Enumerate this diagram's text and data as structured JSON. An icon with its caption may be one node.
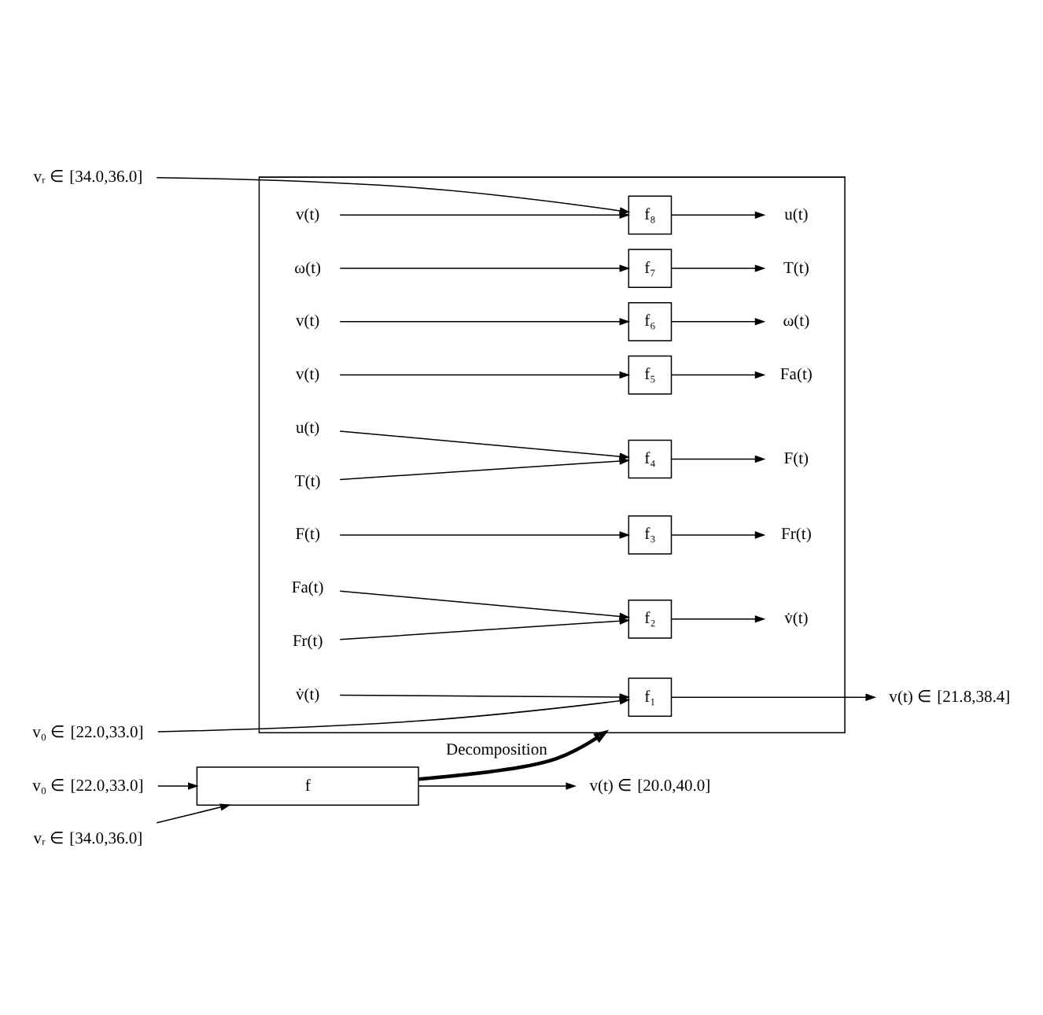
{
  "diagram": {
    "nodes": [
      {
        "text": [
          "vᵣ ∈ [34.0,36.0]"
        ]
      },
      {
        "text": [
          "v₀ ∈ [22.0,33.0]"
        ]
      },
      {
        "text": [
          "f"
        ]
      },
      {
        "text": [
          "v(t) ∈ [20.0,40.0]"
        ]
      },
      {
        "text": [],
        "shape": "box"
      },
      {
        "text": [
          "v₀ ∈ [22.0,33.0]"
        ]
      },
      {
        "text": [
          "v̇(t)"
        ],
        "in": 4
      },
      {
        "text": [
          "f₁"
        ],
        "in": 4
      },
      {
        "text": [
          "v(t) ∈ [21.8,38.4]"
        ]
      },
      {
        "text": [
          "Fr(t)"
        ],
        "in": 4
      },
      {
        "text": [
          "Fa(t)"
        ],
        "in": 4
      },
      {
        "text": [
          "f₂"
        ],
        "in": 4
      },
      {
        "text": [
          "v̇(t)"
        ],
        "in": 4
      },
      {
        "text": [
          "F(t)"
        ],
        "in": 4
      },
      {
        "text": [
          "f₃"
        ],
        "in": 4
      },
      {
        "text": [
          "Fr(t)"
        ],
        "in": 4
      },
      {
        "text": [
          "T(t)"
        ],
        "in": 4
      },
      {
        "text": [
          "u(t)"
        ],
        "in": 4
      },
      {
        "text": [
          "f₄"
        ],
        "in": 4
      },
      {
        "text": [
          "F(t)"
        ],
        "in": 4
      },
      {
        "text": [
          "v(t)"
        ],
        "in": 4
      },
      {
        "text": [
          "f₅"
        ],
        "in": 4
      },
      {
        "text": [
          "Fa(t)"
        ],
        "in": 4
      },
      {
        "text": [
          "v(t)"
        ],
        "in": 4
      },
      {
        "text": [
          "f₆"
        ],
        "in": 4
      },
      {
        "text": [
          "ω(t)"
        ],
        "in": 4
      },
      {
        "text": [
          "ω(t)"
        ],
        "in": 4
      },
      {
        "text": [
          "f₇"
        ],
        "in": 4
      },
      {
        "text": [
          "T(t)"
        ],
        "in": 4
      },
      {
        "text": [
          "vᵣ ∈ [34.0,36.0]"
        ]
      },
      {
        "text": [
          "v(t)"
        ],
        "in": 4
      },
      {
        "text": [
          "f₈"
        ],
        "in": 4
      },
      {
        "text": [
          "u(t)"
        ],
        "in": 4
      }
    ],
    "edges": [
      {
        "from": 0,
        "to": 2,
        "arrow": "to"
      },
      {
        "from": 1,
        "to": 2,
        "arrow": "to"
      },
      {
        "from": 2,
        "to": 3,
        "arrow": "to"
      },
      {
        "from": 2,
        "to": 4,
        "arrow": "to",
        "label": "Decomposition",
        "style": "thick"
      },
      {
        "from": 5,
        "to": 7,
        "arrow": "to"
      },
      {
        "from": 6,
        "to": 7,
        "arrow": "to"
      },
      {
        "from": 7,
        "to": 8,
        "arrow": "to"
      },
      {
        "from": 9,
        "to": 11,
        "arrow": "to"
      },
      {
        "from": 10,
        "to": 11,
        "arrow": "to"
      },
      {
        "from": 11,
        "to": 12,
        "arrow": "to"
      },
      {
        "from": 13,
        "to": 14,
        "arrow": "to"
      },
      {
        "from": 14,
        "to": 15,
        "arrow": "to"
      },
      {
        "from": 16,
        "to": 18,
        "arrow": "to"
      },
      {
        "from": 17,
        "to": 18,
        "arrow": "to"
      },
      {
        "from": 18,
        "to": 19,
        "arrow": "to"
      },
      {
        "from": 20,
        "to": 21,
        "arrow": "to"
      },
      {
        "from": 21,
        "to": 22,
        "arrow": "to"
      },
      {
        "from": 23,
        "to": 24,
        "arrow": "to"
      },
      {
        "from": 24,
        "to": 25,
        "arrow": "to"
      },
      {
        "from": 26,
        "to": 27,
        "arrow": "to"
      },
      {
        "from": 27,
        "to": 28,
        "arrow": "to"
      },
      {
        "from": 29,
        "to": 31,
        "arrow": "to"
      },
      {
        "from": 30,
        "to": 31,
        "arrow": "to"
      },
      {
        "from": 31,
        "to": 32,
        "arrow": "to"
      }
    ]
  }
}
